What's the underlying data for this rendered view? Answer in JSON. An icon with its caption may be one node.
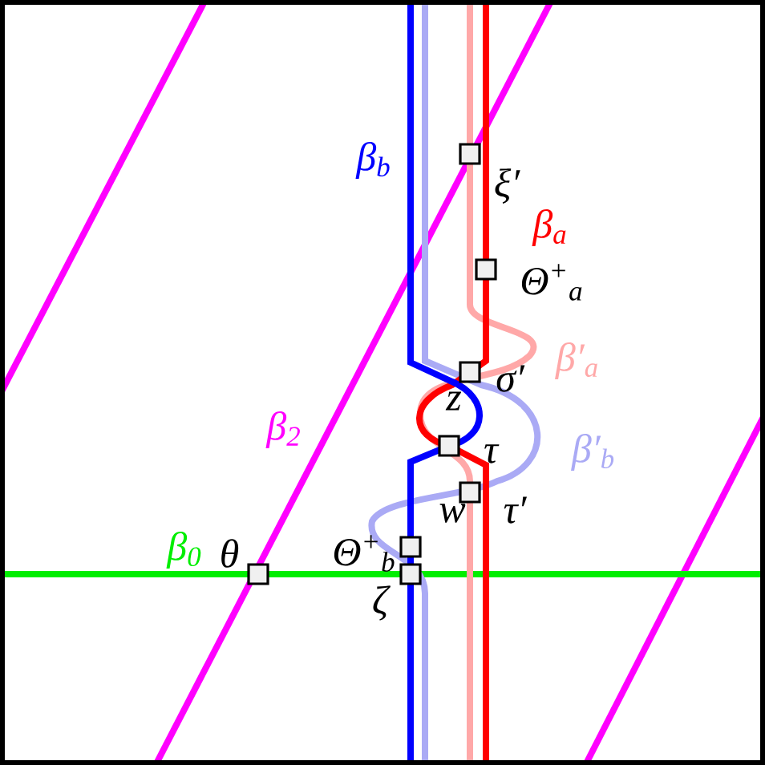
{
  "diagram": {
    "nodes": [
      {
        "text": [],
        "shape": "box",
        "beside": [
          "ξ′"
        ]
      },
      {
        "text": [],
        "shape": "box",
        "beside": [
          "Θ$^{+}$$_{a}$"
        ]
      },
      {
        "text": [],
        "shape": "box",
        "beside": [
          "σ′"
        ]
      },
      {
        "text": [],
        "shape": "box",
        "beside": [
          "τ"
        ]
      },
      {
        "text": [],
        "shape": "box",
        "beside": [
          "τ′"
        ]
      },
      {
        "text": [],
        "shape": "box",
        "beside": [
          "Θ$^{+}$$_{b}$"
        ]
      },
      {
        "text": [],
        "shape": "box",
        "beside": [
          "θ"
        ]
      },
      {
        "text": [],
        "shape": "box",
        "beside": [
          "ζ"
        ]
      }
    ],
    "labels": [
      "β$_{b}$",
      "β$_{a}$",
      "β′$_{a}$",
      "z",
      "β$_{2}$",
      "β′$_{b}$",
      "w",
      "β$_{0}$"
    ]
  }
}
